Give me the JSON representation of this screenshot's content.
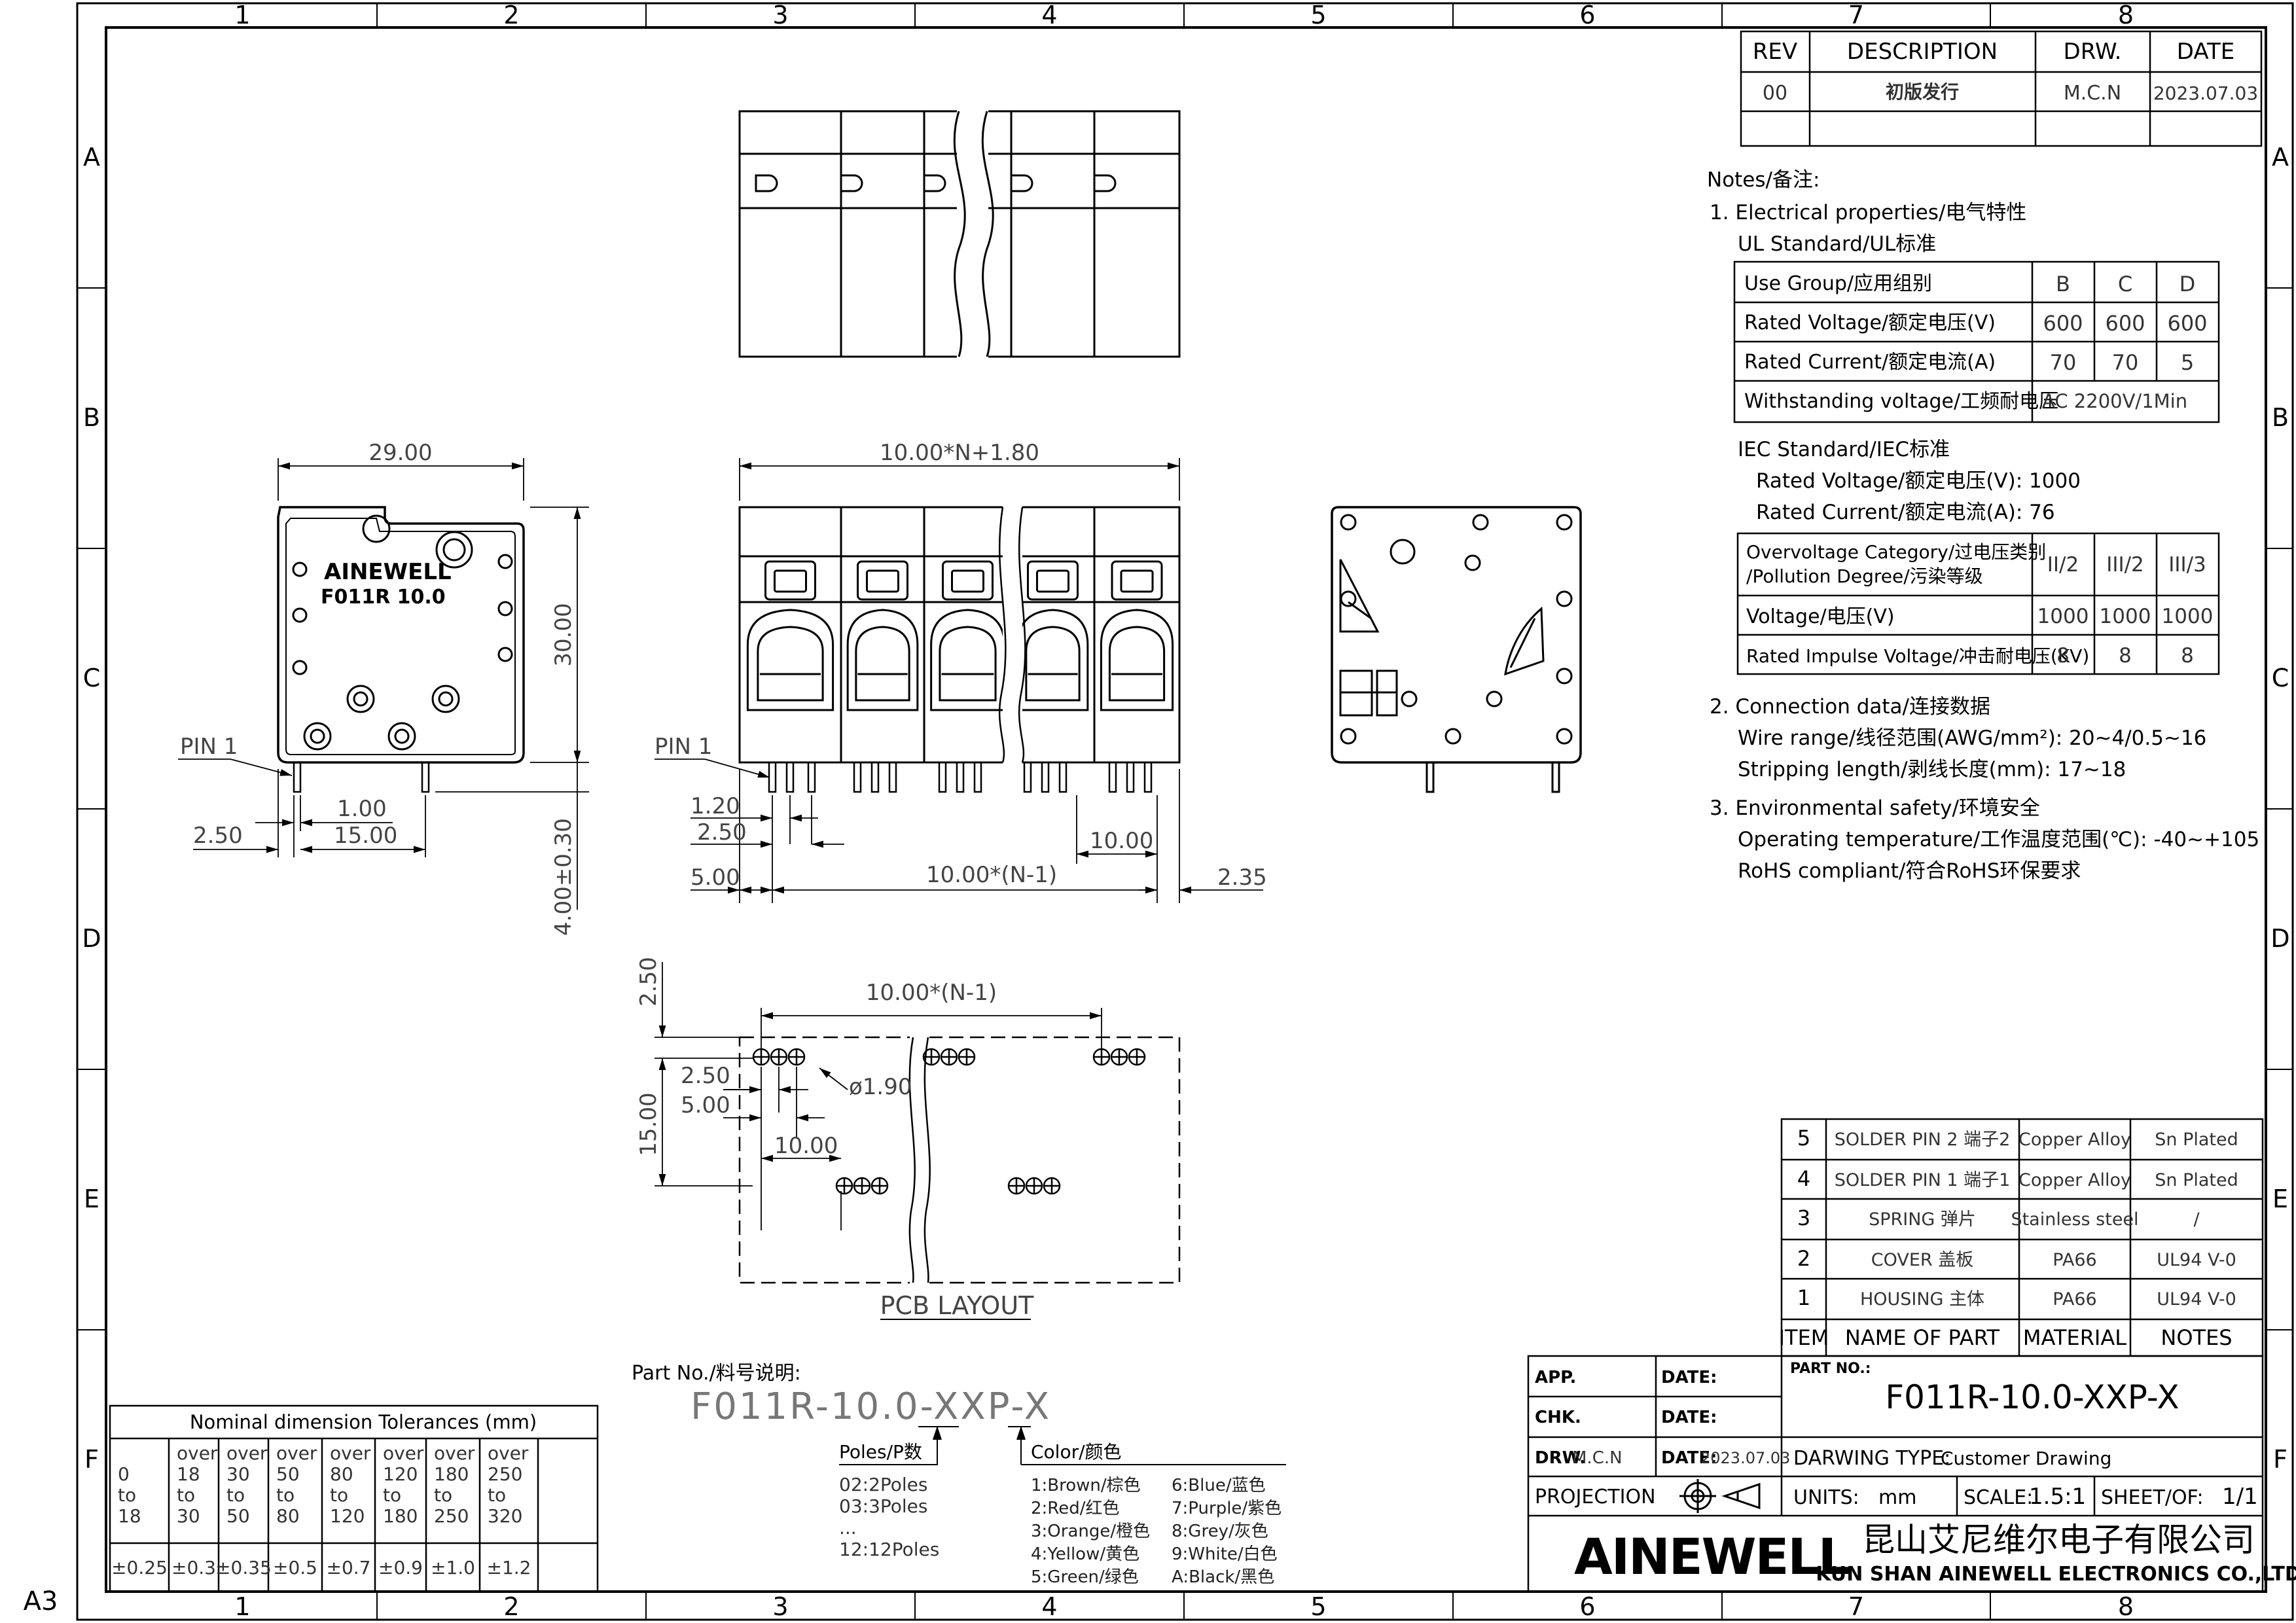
{
  "sheet": {
    "size_label": "A3",
    "col_labels": [
      "1",
      "2",
      "3",
      "4",
      "5",
      "6",
      "7",
      "8"
    ],
    "row_labels": [
      "A",
      "B",
      "C",
      "D",
      "E",
      "F"
    ]
  },
  "revision": {
    "headers": [
      "REV",
      "DESCRIPTION",
      "DRW.",
      "DATE"
    ],
    "row": [
      "00",
      "初版发行",
      "M.C.N",
      "2023.07.03"
    ]
  },
  "notes": {
    "title": "Notes/备注:",
    "s1": "1. Electrical properties/电气特性",
    "ul": "UL Standard/UL标准",
    "ul_table": [
      [
        "Use Group/应用组别",
        "B",
        "C",
        "D"
      ],
      [
        "Rated Voltage/额定电压(V)",
        "600",
        "600",
        "600"
      ],
      [
        "Rated Current/额定电流(A)",
        "70",
        "70",
        "5"
      ],
      [
        "Withstanding voltage/工频耐电压",
        "AC 2200V/1Min"
      ]
    ],
    "iec": "IEC Standard/IEC标准",
    "iec_v": "Rated Voltage/额定电压(V): 1000",
    "iec_c": "Rated Current/额定电流(A):  76",
    "iec_table": [
      [
        "Overvoltage Category/过电压类别",
        "/Pollution Degree/污染等级",
        "II/2",
        "III/2",
        "III/3"
      ],
      [
        "Voltage/电压(V)",
        "1000",
        "1000",
        "1000"
      ],
      [
        "Rated Impulse Voltage/冲击耐电压(KV)",
        "8",
        "8",
        "8"
      ]
    ],
    "s2": "2. Connection data/连接数据",
    "wire": "Wire range/线径范围(AWG/mm²):  20~4/0.5~16",
    "strip": "Stripping length/剥线长度(mm):  17~18",
    "s3": "3. Environmental safety/环境安全",
    "temp": "Operating temperature/工作温度范围(℃):  -40~+105",
    "rohs": "RoHS compliant/符合RoHS环保要求"
  },
  "bom": {
    "rows": [
      [
        "5",
        "SOLDER PIN 2 端子2",
        "Copper Alloy",
        "Sn Plated"
      ],
      [
        "4",
        "SOLDER PIN 1 端子1",
        "Copper Alloy",
        "Sn Plated"
      ],
      [
        "3",
        "SPRING 弹片",
        "Stainless steel",
        "/"
      ],
      [
        "2",
        "COVER 盖板",
        "PA66",
        "UL94 V-0"
      ],
      [
        "1",
        "HOUSING 主体",
        "PA66",
        "UL94 V-0"
      ]
    ],
    "headers": [
      "ITEM",
      "NAME OF PART",
      "MATERIAL",
      "NOTES"
    ]
  },
  "title_block": {
    "app": "APP.",
    "date": "DATE:",
    "chk": "CHK.",
    "drw": "DRW.",
    "drw_val": "M.C.N",
    "date_val": "2023.07.03",
    "projection": "PROJECTION",
    "part_no_label": "PART NO.:",
    "part_no": "F011R-10.0-XXP-X",
    "drawing_type_label": "DARWING TYPE:",
    "drawing_type": "Customer Drawing",
    "units_label": "UNITS:",
    "units": "mm",
    "scale_label": "SCALE:",
    "scale": "1.5:1",
    "sheet_label": "SHEET/OF:",
    "sheet": "1/1",
    "logo": "AINEWELL",
    "company_cn": "昆山艾尼维尔电子有限公司",
    "company_en": "KUN SHAN AINEWELL ELECTRONICS CO.,LTD"
  },
  "tolerances": {
    "title": "Nominal dimension Tolerances (mm)",
    "ranges": [
      [
        "0",
        "to",
        "18"
      ],
      [
        "over",
        "18",
        "to",
        "30"
      ],
      [
        "over",
        "30",
        "to",
        "50"
      ],
      [
        "over",
        "50",
        "to",
        "80"
      ],
      [
        "over",
        "80",
        "to",
        "120"
      ],
      [
        "over",
        "120",
        "to",
        "180"
      ],
      [
        "over",
        "180",
        "to",
        "250"
      ],
      [
        "over",
        "250",
        "to",
        "320"
      ]
    ],
    "values": [
      "±0.25",
      "±0.3",
      "±0.35",
      "±0.5",
      "±0.7",
      "±0.9",
      "±1.0",
      "±1.2"
    ]
  },
  "part_number": {
    "label": "Part No./料号说明:",
    "code": "F011R-10.0-XXP-X",
    "poles_label": "Poles/P数",
    "poles": [
      "02:2Poles",
      "03:3Poles",
      "...",
      "12:12Poles"
    ],
    "color_label": "Color/颜色",
    "colors_left": [
      "1:Brown/棕色",
      "2:Red/红色",
      "3:Orange/橙色",
      "4:Yellow/黄色",
      "5:Green/绿色"
    ],
    "colors_right": [
      "6:Blue/蓝色",
      "7:Purple/紫色",
      "8:Grey/灰色",
      "9:White/白色",
      "A:Black/黑色"
    ]
  },
  "side_view": {
    "dim_width": "29.00",
    "dim_height": "30.00",
    "dim_pin_len": "4.00±0.30",
    "pin_label": "PIN 1",
    "dim_pin_w": "1.00",
    "dim_pin_off": "2.50",
    "dim_pitch": "15.00",
    "brand": "AINEWELL",
    "model": "F011R  10.0"
  },
  "front_view": {
    "dim_total": "10.00*N+1.80",
    "pin_label": "PIN 1",
    "d1": "1.20",
    "d2": "2.50",
    "d3": "5.00",
    "d4": "10.00*(N-1)",
    "d5": "10.00",
    "d6": "2.35"
  },
  "pcb": {
    "title": "PCB LAYOUT",
    "dim_top": "10.00*(N-1)",
    "dim_v1": "2.50",
    "dim_v2": "15.00",
    "d_250": "2.50",
    "d_500": "5.00",
    "d_1000": "10.00",
    "hole": "ø1.90"
  }
}
